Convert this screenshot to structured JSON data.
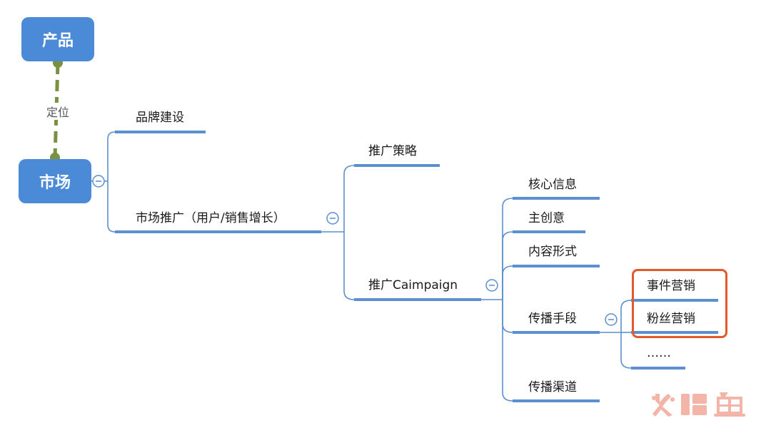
{
  "nodes": {
    "product": "产品",
    "market": "市场",
    "position_label": "定位",
    "brand_building": "品牌建设",
    "market_promotion": "市场推广（用户/销售增长）",
    "promotion_strategy": "推广策略",
    "promotion_campaign": "推广Caimpaign",
    "core_message": "核心信息",
    "main_creative": "主创意",
    "content_format": "内容形式",
    "spread_means": "传播手段",
    "spread_channels": "传播渠道",
    "event_marketing": "事件营销",
    "fan_marketing": "粉丝营销",
    "more": "……"
  },
  "colors": {
    "node_fill": "#4a8ad6",
    "branch_line": "#5b8fd0",
    "connector_green": "#7a9140",
    "highlight_border": "#e25a2c"
  }
}
